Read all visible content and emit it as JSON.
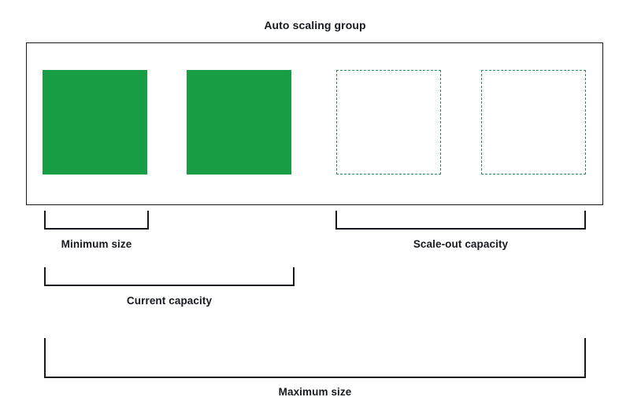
{
  "diagram": {
    "title": "Auto scaling group",
    "type": "aws-auto-scaling-capacity-diagram",
    "colors": {
      "instance_fill": "#1a9e45",
      "instance_outline_dashed": "#2e8b57",
      "line": "#16191f",
      "background": "#ffffff"
    },
    "instances": [
      {
        "id": "instance-1",
        "state": "running",
        "style": "filled"
      },
      {
        "id": "instance-2",
        "state": "running",
        "style": "filled"
      },
      {
        "id": "instance-3",
        "state": "potential",
        "style": "dashed"
      },
      {
        "id": "instance-4",
        "state": "potential",
        "style": "dashed"
      }
    ],
    "measures": [
      {
        "id": "minimum-size",
        "label": "Minimum size",
        "instances": 1
      },
      {
        "id": "scale-out-capacity",
        "label": "Scale-out capacity",
        "instances": 2
      },
      {
        "id": "current-capacity",
        "label": "Current capacity",
        "instances": 2
      },
      {
        "id": "maximum-size",
        "label": "Maximum size",
        "instances": 4
      }
    ]
  }
}
